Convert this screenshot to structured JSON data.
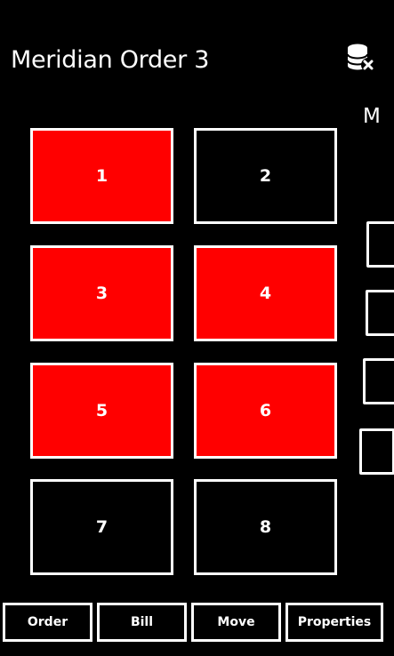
{
  "header": {
    "title": "Meridian Order 3",
    "next_pane_peek": "M",
    "database_icon": "database-remove-icon"
  },
  "tables": [
    {
      "label": "1",
      "occupied": true
    },
    {
      "label": "2",
      "occupied": false
    },
    {
      "label": "3",
      "occupied": true
    },
    {
      "label": "4",
      "occupied": true
    },
    {
      "label": "5",
      "occupied": true
    },
    {
      "label": "6",
      "occupied": true
    },
    {
      "label": "7",
      "occupied": false
    },
    {
      "label": "8",
      "occupied": false
    }
  ],
  "bottom_bar": {
    "buttons": [
      {
        "label": "Order"
      },
      {
        "label": "Bill"
      },
      {
        "label": "Move"
      },
      {
        "label": "Properties"
      }
    ]
  },
  "colors": {
    "background": "#000000",
    "occupied": "#ff0000",
    "border": "#ffffff",
    "text": "#ffffff"
  }
}
